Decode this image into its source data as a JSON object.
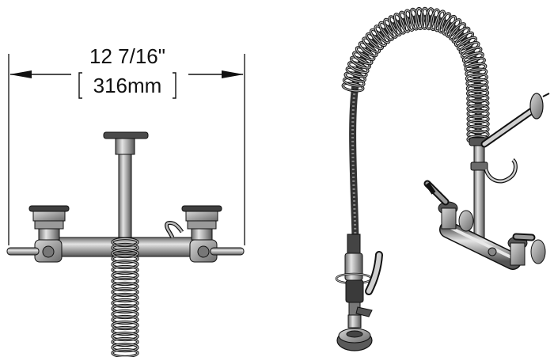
{
  "dimension": {
    "imperial": "12 7/16\"",
    "metric": "316mm"
  },
  "colors": {
    "line": "#111111",
    "metal_dark": "#5a5a5a",
    "metal_mid": "#9a9a9a",
    "metal_light": "#d8d8d8"
  },
  "views": [
    {
      "name": "front-view"
    },
    {
      "name": "isometric-view"
    }
  ]
}
